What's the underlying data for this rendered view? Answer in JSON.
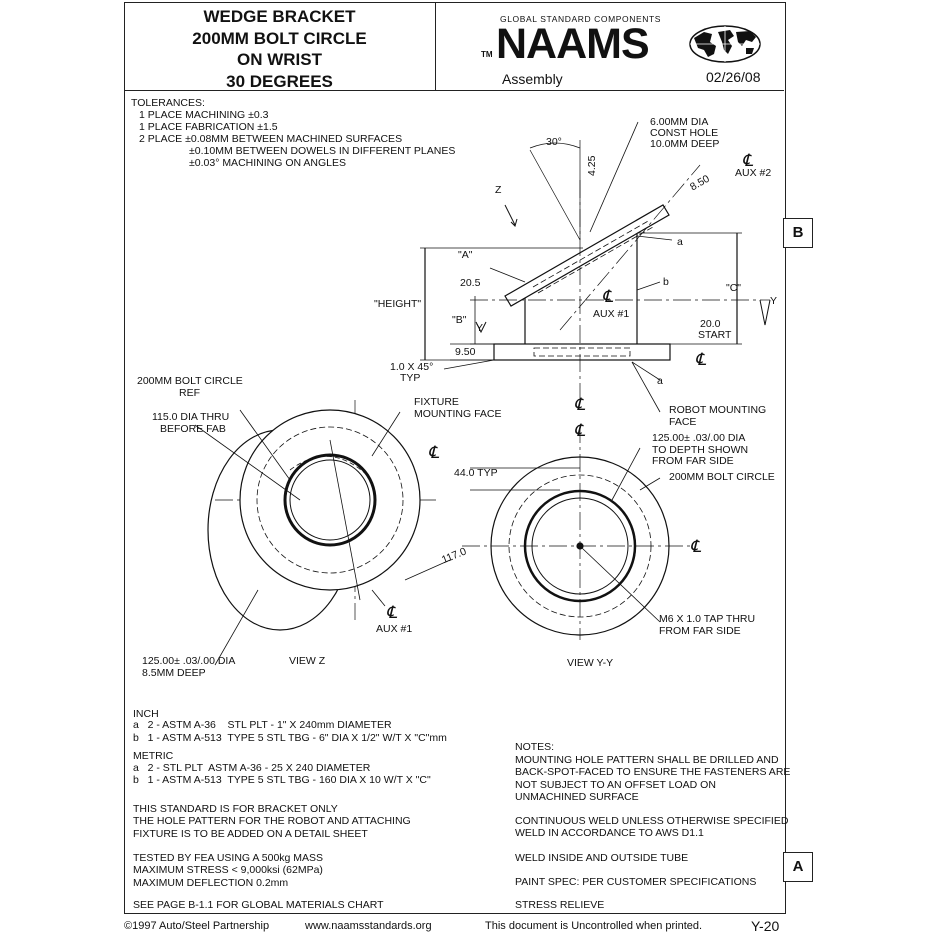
{
  "title": {
    "line1": "WEDGE BRACKET",
    "line2": "200MM BOLT CIRCLE",
    "line3": "ON WRIST",
    "line4": "30 DEGREES"
  },
  "header": {
    "tagline": "GLOBAL STANDARD COMPONENTS",
    "tm": "TM",
    "logo": "NAAMS",
    "doc_type": "Assembly",
    "date": "02/26/08"
  },
  "tolerances": [
    "TOLERANCES:",
    "1 PLACE MACHINING ±0.3",
    "1 PLACE FABRICATION ±1.5",
    "2 PLACE   ±0.08MM BETWEEN MACHINED SURFACES",
    "±0.10MM BETWEEN DOWELS IN DIFFERENT PLANES",
    "±0.03° MACHINING ON ANGLES"
  ],
  "side_tabs": {
    "b": "B",
    "a": "A"
  },
  "side_view": {
    "angle": "30°",
    "dim_425": "4.25",
    "dim_850": "8.50",
    "hole_note": [
      "6.00MM DIA",
      "CONST HOLE",
      "10.0MM DEEP"
    ],
    "aux2": "AUX #2",
    "aux1": "AUX #1",
    "z": "Z",
    "y": "Y",
    "a_label": "\"A\"",
    "b_label": "\"B\"",
    "c_label": "\"C\"",
    "height_label": "\"HEIGHT\"",
    "dim_205": "20.5",
    "dim_950": "9.50",
    "start": [
      "20.0",
      "START"
    ],
    "chamfer": [
      "1.0 X 45°",
      "TYP"
    ],
    "weld_a": "a",
    "weld_b": "b",
    "robot_face": [
      "ROBOT MOUNTING",
      "FACE"
    ]
  },
  "view_z": {
    "bolt_circle": [
      "200MM BOLT CIRCLE",
      "REF"
    ],
    "dia_thru": [
      "115.0 DIA THRU",
      "BEFORE FAB"
    ],
    "fixture_face": [
      "FIXTURE",
      "MOUNTING FACE"
    ],
    "dim_117": "117.0",
    "aux1": "AUX #1",
    "bore": [
      "125.00± .03/.00 DIA",
      "8.5MM DEEP"
    ],
    "label": "VIEW Z"
  },
  "view_yy": {
    "bore": [
      "125.00± .03/.00 DIA",
      "TO DEPTH SHOWN",
      "FROM FAR SIDE"
    ],
    "typ": "44.0 TYP",
    "bolt_circle": "200MM BOLT CIRCLE",
    "tap": [
      "M6 X 1.0 TAP THRU",
      "FROM FAR SIDE"
    ],
    "label": "VIEW Y-Y"
  },
  "materials": {
    "inch_head": "INCH",
    "inch": [
      "a   2 - ASTM A-36    STL PLT - 1\" X 240mm DIAMETER",
      "b   1 - ASTM A-513  TYPE 5 STL TBG - 6\" DIA X 1/2\" W/T X \"C\"mm"
    ],
    "metric_head": "METRIC",
    "metric": [
      "a   2 - STL PLT  ASTM A-36 - 25 X 240 DIAMETER",
      "b   1 - ASTM A-513  TYPE 5 STL TBG - 160 DIA X 10 W/T X \"C\""
    ],
    "standard": [
      "THIS STANDARD IS FOR BRACKET ONLY",
      "THE HOLE PATTERN FOR THE ROBOT AND ATTACHING",
      "FIXTURE IS TO BE ADDED ON A DETAIL SHEET"
    ],
    "fea": [
      "TESTED BY FEA USING A 500kg MASS",
      "MAXIMUM STRESS < 9,000ksi (62MPa)",
      "MAXIMUM DEFLECTION 0.2mm"
    ],
    "see_page": "SEE PAGE B-1.1 FOR GLOBAL MATERIALS CHART"
  },
  "notes": {
    "head": "NOTES:",
    "n1": [
      "MOUNTING HOLE PATTERN SHALL BE DRILLED AND",
      "BACK-SPOT-FACED TO ENSURE THE FASTENERS ARE",
      "NOT SUBJECT TO AN OFFSET LOAD ON",
      "UNMACHINED SURFACE"
    ],
    "n2": [
      "CONTINUOUS WELD UNLESS OTHERWISE SPECIFIED",
      "WELD IN ACCORDANCE TO AWS D1.1"
    ],
    "n3": "WELD INSIDE AND OUTSIDE TUBE",
    "n4": "PAINT SPEC: PER CUSTOMER SPECIFICATIONS",
    "n5": "STRESS RELIEVE"
  },
  "footer": {
    "copyright": "©1997 Auto/Steel Partnership",
    "website": "www.naamsstandards.org",
    "uncontrolled": "This document is Uncontrolled when printed.",
    "page": "Y-20"
  }
}
